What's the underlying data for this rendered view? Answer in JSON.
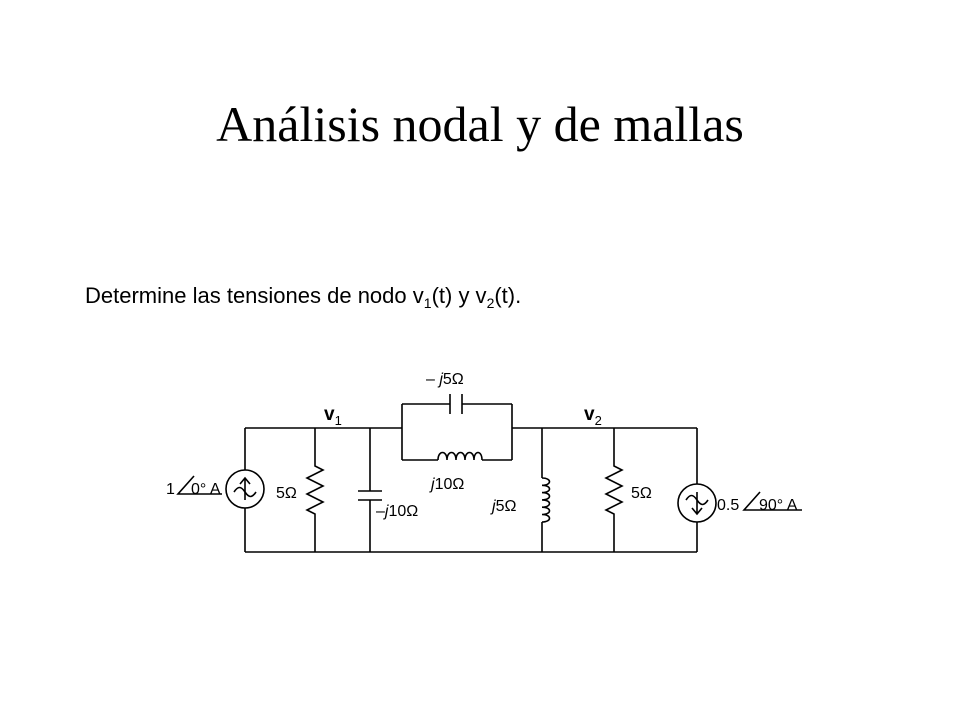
{
  "slide": {
    "title": "Análisis nodal y de mallas",
    "problem": {
      "p1": "Determine las tensiones de nodo v",
      "sub1": "1",
      "p2": "(t) y v",
      "sub2": "2",
      "p3": "(t)."
    }
  },
  "circuit": {
    "node1": {
      "letter": "v",
      "sub": "1"
    },
    "node2": {
      "letter": "v",
      "sub": "2"
    },
    "cap_top": {
      "prefix": "– ",
      "j": "j",
      "value": "5Ω"
    },
    "ind_top": {
      "j": "j",
      "value": "10Ω"
    },
    "cap_left": {
      "prefix": "–",
      "j": "j",
      "value": "10Ω"
    },
    "ind_right": {
      "j": "j",
      "value": "5Ω"
    },
    "res_left": {
      "value": "5Ω"
    },
    "res_right": {
      "value": "5Ω"
    },
    "source_left": {
      "magnitude": "1",
      "angle": "0° A"
    },
    "source_right": {
      "magnitude": "0.5",
      "angle": "90° A"
    }
  }
}
